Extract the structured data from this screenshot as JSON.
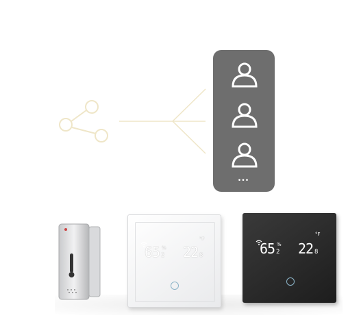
{
  "users_panel": {
    "user_count_shown": 3,
    "more_indicator": "•••",
    "background_color": "#6e6e6e"
  },
  "icons": {
    "share": "share-icon",
    "user": "user-icon",
    "wifi": "wifi-icon",
    "humidity": "humidity-icon",
    "temperature": "thermometer-icon",
    "power": "power-icon"
  },
  "thermostat_white": {
    "humidity_main": "65",
    "humidity_decimal": "2",
    "humidity_unit": "%",
    "temp_main": "22",
    "temp_decimal": "8",
    "temp_unit": "°F",
    "body_color": "#f4f4f6"
  },
  "thermostat_black": {
    "humidity_main": "65",
    "humidity_decimal": "2",
    "humidity_unit": "%",
    "temp_main": "22",
    "temp_decimal": "8",
    "temp_unit": "°F",
    "body_color": "#262626"
  }
}
